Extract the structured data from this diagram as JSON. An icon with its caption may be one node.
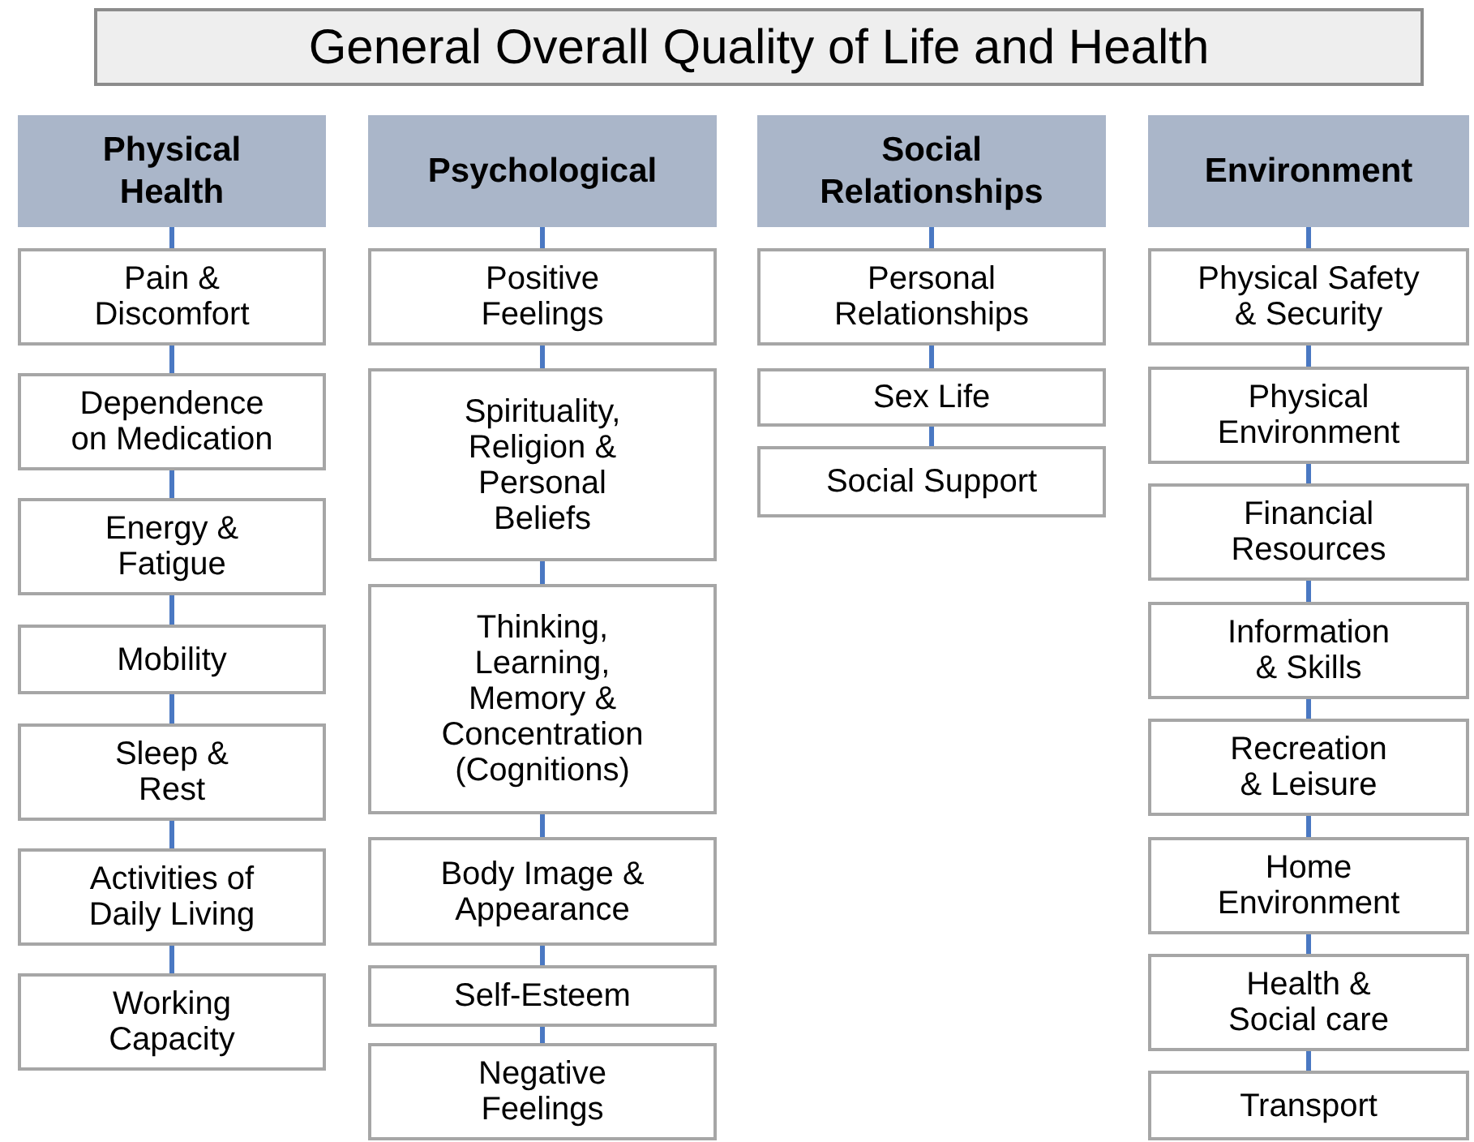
{
  "diagram": {
    "title": "General Overall Quality of Life and Health",
    "nodes": [
      {
        "text": [
          "Physical Health"
        ]
      },
      {
        "text": [
          "Pain & Discomfort"
        ]
      },
      {
        "text": [
          "Dependence on Medication"
        ]
      },
      {
        "text": [
          "Energy & Fatigue"
        ]
      },
      {
        "text": [
          "Mobility"
        ]
      },
      {
        "text": [
          "Sleep & Rest"
        ]
      },
      {
        "text": [
          "Activities of Daily Living"
        ]
      },
      {
        "text": [
          "Working Capacity"
        ]
      },
      {
        "text": [
          "Psychological"
        ]
      },
      {
        "text": [
          "Positive Feelings"
        ]
      },
      {
        "text": [
          "Spirituality, Religion & Personal Beliefs"
        ]
      },
      {
        "text": [
          "Thinking, Learning, Memory & Concentration (Cognitions)"
        ]
      },
      {
        "text": [
          "Body Image & Appearance"
        ]
      },
      {
        "text": [
          "Self-Esteem"
        ]
      },
      {
        "text": [
          "Negative Feelings"
        ]
      },
      {
        "text": [
          "Social Relationships"
        ]
      },
      {
        "text": [
          "Personal Relationships"
        ]
      },
      {
        "text": [
          "Sex Life"
        ]
      },
      {
        "text": [
          "Social Support"
        ]
      },
      {
        "text": [
          "Environment"
        ]
      },
      {
        "text": [
          "Physical Safety & Security"
        ]
      },
      {
        "text": [
          "Physical Environment"
        ]
      },
      {
        "text": [
          "Financial Resources"
        ]
      },
      {
        "text": [
          "Information & Skills"
        ]
      },
      {
        "text": [
          "Recreation & Leisure"
        ]
      },
      {
        "text": [
          "Home Environment"
        ]
      },
      {
        "text": [
          "Health & Social care"
        ]
      },
      {
        "text": [
          "Transport"
        ]
      }
    ],
    "edges": [
      {
        "from": 0,
        "to": 1,
        "arrow": "none"
      },
      {
        "from": 1,
        "to": 2,
        "arrow": "none"
      },
      {
        "from": 2,
        "to": 3,
        "arrow": "none"
      },
      {
        "from": 3,
        "to": 4,
        "arrow": "none"
      },
      {
        "from": 4,
        "to": 5,
        "arrow": "none"
      },
      {
        "from": 5,
        "to": 6,
        "arrow": "none"
      },
      {
        "from": 6,
        "to": 7,
        "arrow": "none"
      },
      {
        "from": 8,
        "to": 9,
        "arrow": "none"
      },
      {
        "from": 9,
        "to": 10,
        "arrow": "none"
      },
      {
        "from": 10,
        "to": 11,
        "arrow": "none"
      },
      {
        "from": 11,
        "to": 12,
        "arrow": "none"
      },
      {
        "from": 12,
        "to": 13,
        "arrow": "none"
      },
      {
        "from": 13,
        "to": 14,
        "arrow": "none"
      },
      {
        "from": 15,
        "to": 16,
        "arrow": "none"
      },
      {
        "from": 16,
        "to": 17,
        "arrow": "none"
      },
      {
        "from": 17,
        "to": 18,
        "arrow": "none"
      },
      {
        "from": 19,
        "to": 20,
        "arrow": "none"
      },
      {
        "from": 20,
        "to": 21,
        "arrow": "none"
      },
      {
        "from": 21,
        "to": 22,
        "arrow": "none"
      },
      {
        "from": 22,
        "to": 23,
        "arrow": "none"
      },
      {
        "from": 23,
        "to": 24,
        "arrow": "none"
      },
      {
        "from": 24,
        "to": 25,
        "arrow": "none"
      },
      {
        "from": 25,
        "to": 26,
        "arrow": "none"
      },
      {
        "from": 26,
        "to": 27,
        "arrow": "none"
      }
    ]
  }
}
